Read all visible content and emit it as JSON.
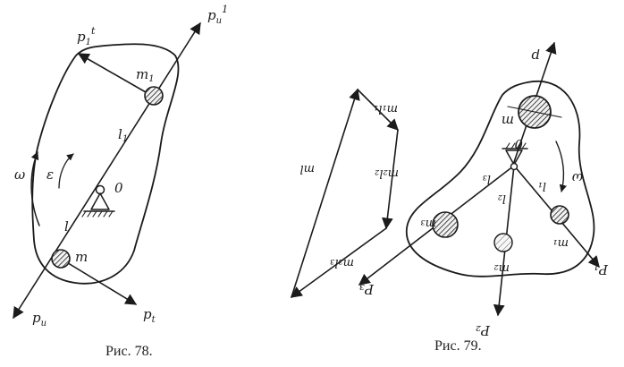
{
  "fig78": {
    "caption": "Рис. 78.",
    "labels": {
      "p_u_top": "p",
      "p_u_top_sub": "и",
      "p_u_top_sup": "1",
      "p_t_top": "p",
      "p_t_top_sub": "1",
      "p_t_top_sup": "t",
      "m1": "m",
      "m1_sub": "1",
      "l1": "l",
      "l1_sub": "1",
      "omega": "ω",
      "epsilon": "ε",
      "o": "0",
      "l": "l",
      "m": "m",
      "p_u_bottom": "p",
      "p_u_bottom_sub": "и",
      "p_t_bottom": "p",
      "p_t_bottom_sub": "t"
    }
  },
  "fig79": {
    "caption": "Рис. 79.",
    "labels": {
      "p_top": "p",
      "m_top": "m",
      "o": "0",
      "omega": "ω",
      "m1": "m₁",
      "m2": "m₂",
      "m3": "m₃",
      "l1": "l₁",
      "l2": "l₂",
      "l3": "l₃",
      "p1": "P₁",
      "p2": "P₂",
      "p3": "P₃"
    },
    "polygon_labels": {
      "ml": "ml",
      "m1l1": "m₁l₁",
      "m2l2": "m₂l₂",
      "m3l3": "m₃l₃"
    }
  }
}
